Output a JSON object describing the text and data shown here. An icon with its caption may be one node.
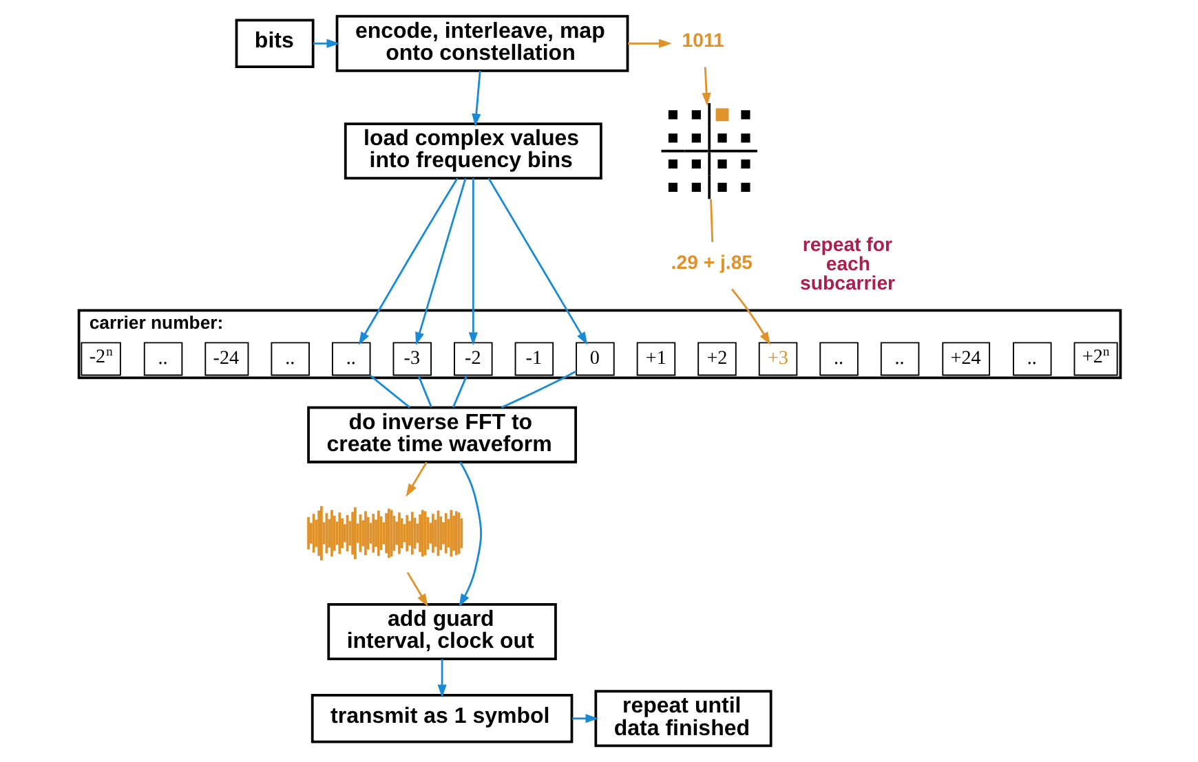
{
  "diagram": {
    "nodes": [
      {
        "text": [
          "bits"
        ]
      },
      {
        "text": [
          "encode, interleave, map onto constellation"
        ]
      },
      {
        "text": [
          "1011"
        ]
      },
      {
        "text": [],
        "shape": "picture"
      },
      {
        "text": [
          "load complex values into frequency bins"
        ]
      },
      {
        "text": [
          ".29 + j.85"
        ]
      },
      {
        "text": [],
        "shape": "bar",
        "beside": [
          "carrier number:"
        ]
      },
      {
        "text": [
          "-2$^{n}$"
        ],
        "in": 6
      },
      {
        "text": [
          ".."
        ],
        "in": 6
      },
      {
        "text": [
          "-24"
        ],
        "in": 6
      },
      {
        "text": [
          ".."
        ],
        "in": 6
      },
      {
        "text": [
          ".."
        ],
        "in": 6
      },
      {
        "text": [
          "-3"
        ],
        "in": 6
      },
      {
        "text": [
          "-2"
        ],
        "in": 6
      },
      {
        "text": [
          "-1"
        ],
        "in": 6
      },
      {
        "text": [
          "0"
        ],
        "in": 6
      },
      {
        "text": [
          "+1"
        ],
        "in": 6
      },
      {
        "text": [
          "+2"
        ],
        "in": 6
      },
      {
        "text": [
          "+3"
        ],
        "in": 6
      },
      {
        "text": [
          ".."
        ],
        "in": 6
      },
      {
        "text": [
          ".."
        ],
        "in": 6
      },
      {
        "text": [
          "+24"
        ],
        "in": 6
      },
      {
        "text": [
          ".."
        ],
        "in": 6
      },
      {
        "text": [
          "+2$^{n}$"
        ],
        "in": 6
      },
      {
        "text": [
          "do inverse FFT to create time waveform"
        ]
      },
      {
        "text": [],
        "shape": "picture"
      },
      {
        "text": [
          "add guard interval, clock out"
        ]
      },
      {
        "text": [
          "transmit as 1 symbol"
        ]
      },
      {
        "text": [
          "repeat until data finished"
        ]
      }
    ],
    "edges": [
      {
        "from": 0,
        "to": 1,
        "arrow": "to"
      },
      {
        "from": 1,
        "to": 2,
        "arrow": "to",
        "color": "#e0922a"
      },
      {
        "from": 2,
        "to": 3,
        "arrow": "to",
        "color": "#e0922a"
      },
      {
        "from": 3,
        "to": 5,
        "arrow": "none",
        "color": "#e0922a"
      },
      {
        "from": 5,
        "to": 18,
        "arrow": "to",
        "color": "#e0922a"
      },
      {
        "from": 1,
        "to": 4,
        "arrow": "to"
      },
      {
        "from": 4,
        "to": 11,
        "arrow": "to"
      },
      {
        "from": 4,
        "to": 12,
        "arrow": "to"
      },
      {
        "from": 4,
        "to": 13,
        "arrow": "to"
      },
      {
        "from": 4,
        "to": 15,
        "arrow": "to"
      },
      {
        "from": 11,
        "to": 24,
        "arrow": "none"
      },
      {
        "from": 12,
        "to": 24,
        "arrow": "none"
      },
      {
        "from": 13,
        "to": 24,
        "arrow": "none"
      },
      {
        "from": 15,
        "to": 24,
        "arrow": "none"
      },
      {
        "from": 24,
        "to": 25,
        "arrow": "to",
        "color": "#e0922a"
      },
      {
        "from": 25,
        "to": 26,
        "arrow": "to",
        "color": "#e0922a"
      },
      {
        "from": 24,
        "to": 26,
        "arrow": "to"
      },
      {
        "from": 26,
        "to": 27,
        "arrow": "to"
      },
      {
        "from": 27,
        "to": 28,
        "arrow": "to"
      }
    ],
    "labels": [
      "repeat for each subcarrier"
    ]
  }
}
